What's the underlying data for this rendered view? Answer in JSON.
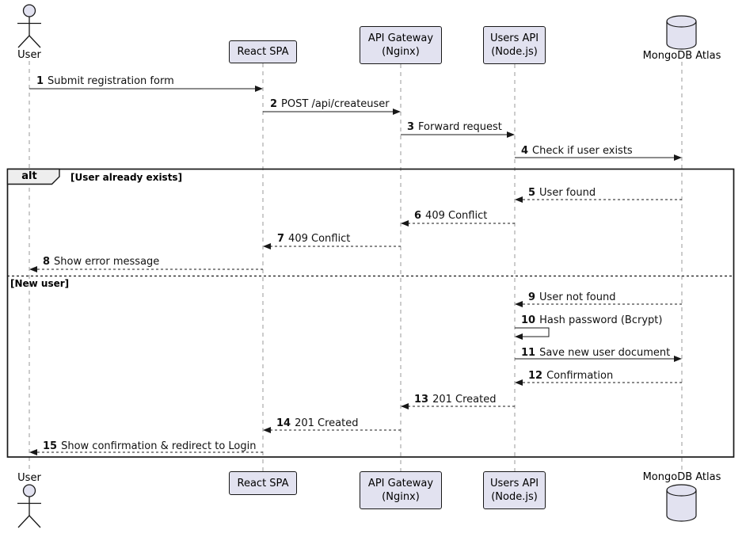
{
  "diagram": {
    "type": "sequence-diagram",
    "colors": {
      "participant_fill": "#E2E2F0",
      "participant_border": "#181818",
      "lifeline": "#999999",
      "arrow": "#181818",
      "frame_border": "#181818",
      "frame_label_fill": "#EEEEEE",
      "background": "#FFFFFF"
    },
    "participants": {
      "user": {
        "label": "User",
        "type": "actor"
      },
      "react": {
        "label": "React SPA",
        "type": "participant"
      },
      "gateway": {
        "line1": "API Gateway",
        "line2": "(Nginx)",
        "type": "participant"
      },
      "users_api": {
        "line1": "Users API",
        "line2": "(Node.js)",
        "type": "participant"
      },
      "mongo": {
        "label": "MongoDB Atlas",
        "type": "database"
      }
    },
    "alt_frame": {
      "operator": "alt",
      "guard_exists": "[User already exists]",
      "guard_new": "[New user]"
    },
    "messages": [
      {
        "num": "1",
        "text": "Submit registration form",
        "from": "user",
        "to": "react",
        "style": "solid"
      },
      {
        "num": "2",
        "text": "POST /api/createuser",
        "from": "react",
        "to": "gateway",
        "style": "solid"
      },
      {
        "num": "3",
        "text": "Forward request",
        "from": "gateway",
        "to": "users_api",
        "style": "solid"
      },
      {
        "num": "4",
        "text": "Check if user exists",
        "from": "users_api",
        "to": "mongo",
        "style": "solid"
      },
      {
        "num": "5",
        "text": "User found",
        "from": "mongo",
        "to": "users_api",
        "style": "dashed"
      },
      {
        "num": "6",
        "text": "409 Conflict",
        "from": "users_api",
        "to": "gateway",
        "style": "dashed"
      },
      {
        "num": "7",
        "text": "409 Conflict",
        "from": "gateway",
        "to": "react",
        "style": "dashed"
      },
      {
        "num": "8",
        "text": "Show error message",
        "from": "react",
        "to": "user",
        "style": "dashed"
      },
      {
        "num": "9",
        "text": "User not found",
        "from": "mongo",
        "to": "users_api",
        "style": "dashed"
      },
      {
        "num": "10",
        "text": "Hash password (Bcrypt)",
        "from": "users_api",
        "to": "users_api",
        "style": "self"
      },
      {
        "num": "11",
        "text": "Save new user document",
        "from": "users_api",
        "to": "mongo",
        "style": "solid"
      },
      {
        "num": "12",
        "text": "Confirmation",
        "from": "mongo",
        "to": "users_api",
        "style": "dashed"
      },
      {
        "num": "13",
        "text": "201 Created",
        "from": "users_api",
        "to": "gateway",
        "style": "dashed"
      },
      {
        "num": "14",
        "text": "201 Created",
        "from": "gateway",
        "to": "react",
        "style": "dashed"
      },
      {
        "num": "15",
        "text": "Show confirmation & redirect to Login",
        "from": "react",
        "to": "user",
        "style": "dashed"
      }
    ]
  }
}
